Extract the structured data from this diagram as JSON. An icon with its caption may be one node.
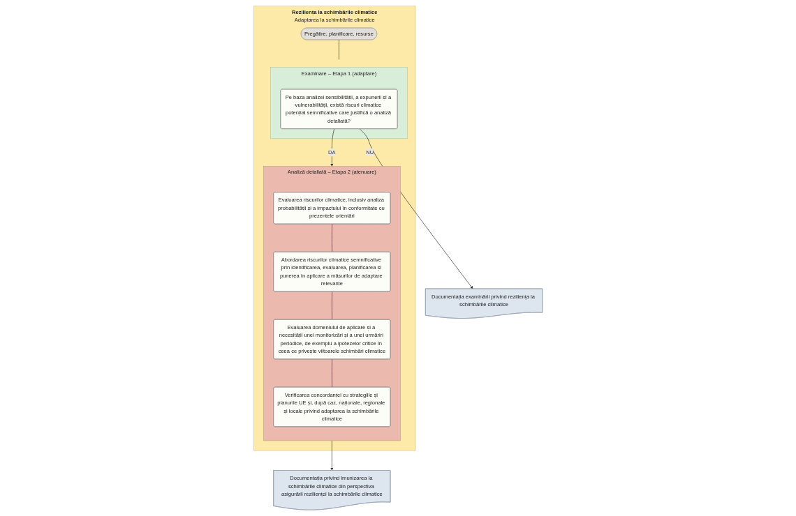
{
  "diagram": {
    "nodes": [
      {
        "text": [
          "Reziliența la schimbările climatice",
          "Adaptarea la schimbările climatice"
        ]
      },
      {
        "text": [
          "Pregătire, planificare, resurse"
        ],
        "in": 0
      },
      {
        "text": [
          "Examinare – Etapa 1 (adaptare)"
        ],
        "in": 0
      },
      {
        "text": [
          "Pe baza analizei sensibilității, a expunerii și a vulnerabilității, există riscuri climatice potențial semnificative care justifică o analiză detaliată?"
        ],
        "in": 2
      },
      {
        "text": [
          "Documentația examinării privind reziliența la schimbările climatice"
        ]
      },
      {
        "text": [
          "Analiză detaliată – Etapa 2 (atenuare)"
        ],
        "in": 0
      },
      {
        "text": [
          "Evaluarea riscurilor climatice, inclusiv analiza probabilității și a impactului în conformitate cu prezentele orientări"
        ],
        "in": 5
      },
      {
        "text": [
          "Abordarea riscurilor climatice semnificative prin identificarea, evaluarea, planificarea și punerea în aplicare a măsurilor de adaptare relevante"
        ],
        "in": 5
      },
      {
        "text": [
          "Evaluarea domeniului de aplicare și a necesității unei monitorizări și a unei urmăriri periodice, de exemplu a ipotezelor critice în ceea ce privește viitoarele schimbări climatice"
        ],
        "in": 5
      },
      {
        "text": [
          "Verificarea concordanței cu strategiile și planurile UE și, după caz, naționale, regionale și locale privind adaptarea la schimbările climatice"
        ],
        "in": 5
      },
      {
        "text": [
          "Documentația privind imunizarea la schimbările climatice din perspectiva asigurării rezilienței la schimbările climatice"
        ]
      }
    ],
    "edges": [
      {
        "from": 1,
        "to": 2,
        "arrow": "none"
      },
      {
        "from": 3,
        "to": 4,
        "arrow": "to",
        "label": "NU"
      },
      {
        "from": 3,
        "to": 5,
        "arrow": "to",
        "label": "DA"
      },
      {
        "from": 6,
        "to": 7,
        "arrow": "none"
      },
      {
        "from": 7,
        "to": 8,
        "arrow": "none"
      },
      {
        "from": 8,
        "to": 9,
        "arrow": "none"
      },
      {
        "from": 5,
        "to": 10,
        "arrow": "to"
      }
    ]
  }
}
